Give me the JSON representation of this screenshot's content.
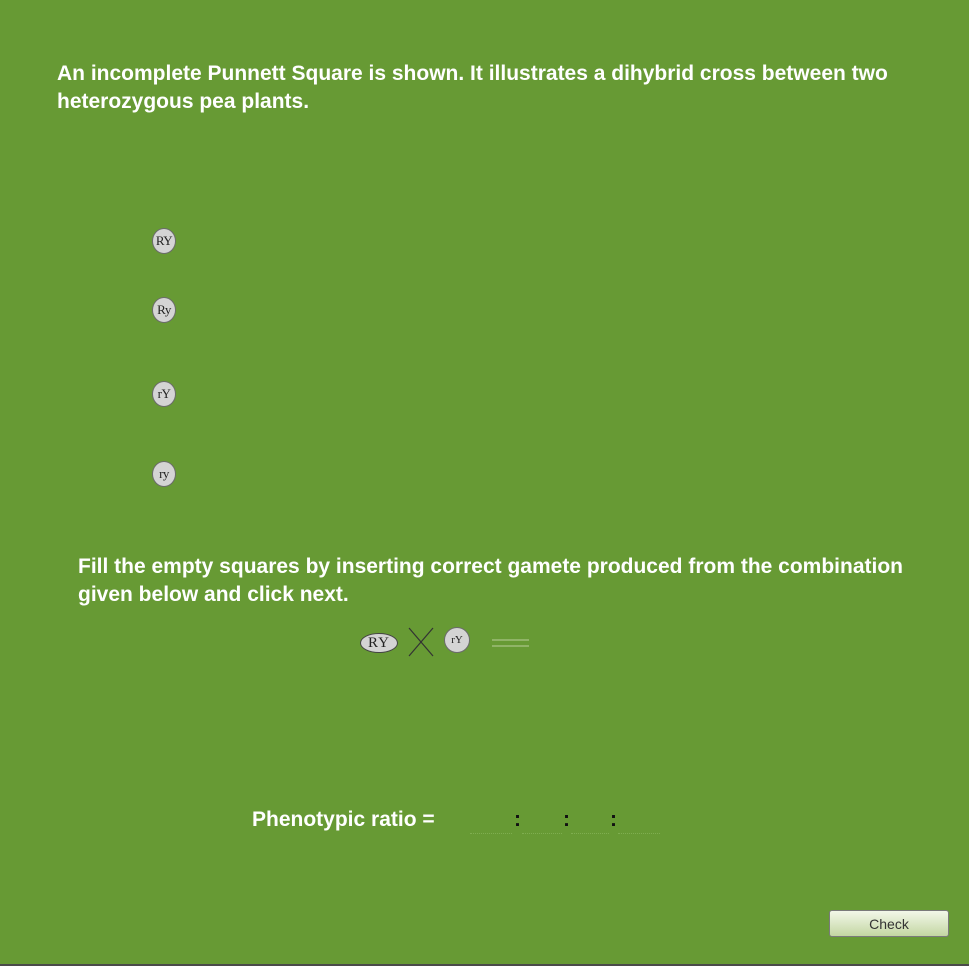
{
  "intro_text": "An incomplete Punnett Square is shown. It illustrates a dihybrid cross between two heterozygous pea plants.",
  "row_gametes": [
    "RY",
    "Ry",
    "rY",
    "ry"
  ],
  "instruction_text": "Fill the empty squares by inserting correct gamete produced from the combination given below and click next.",
  "cross": {
    "gamete_a": "RY",
    "gamete_b": "rY"
  },
  "ratio": {
    "label": "Phenotypic ratio =",
    "separator": ":",
    "values": [
      "",
      "",
      "",
      ""
    ]
  },
  "check_button": {
    "label": "Check"
  },
  "colors": {
    "background": "#679a34",
    "text": "#ffffff",
    "gamete_fill": "#d4d4d4"
  }
}
